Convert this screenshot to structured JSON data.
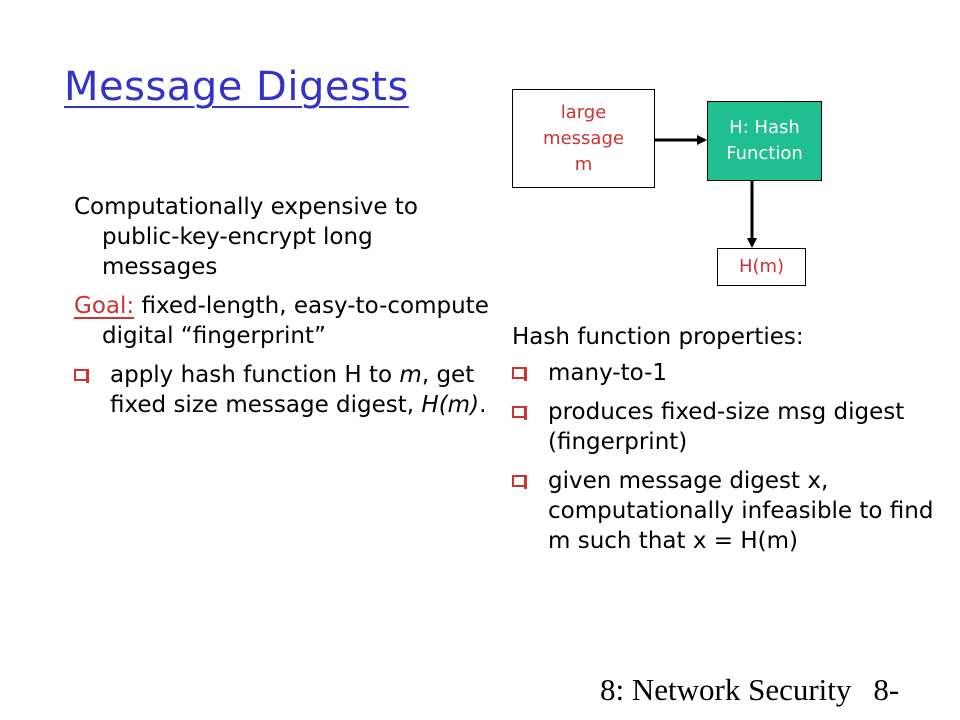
{
  "title": "Message Digests",
  "left": {
    "para1": "Computationally expensive to public-key-encrypt long messages",
    "goal_label": "Goal:",
    "goal_text": " fixed-length, easy-to-compute digital “fingerprint”",
    "bullet1_a": "apply hash function H to ",
    "bullet1_m": "m",
    "bullet1_b": ", get fixed size message digest, ",
    "bullet1_hm": "H(m)",
    "bullet1_end": "."
  },
  "diagram": {
    "msg_line1": "large",
    "msg_line2": "message",
    "msg_line3": "m",
    "hash_line1": "H: Hash",
    "hash_line2": "Function",
    "output": "H(m)"
  },
  "right": {
    "heading": "Hash function properties:",
    "items": [
      "many-to-1",
      "produces fixed-size msg digest (fingerprint)",
      "given message digest x, computationally infeasible to find m such that x = H(m)"
    ]
  },
  "footer": {
    "chapter": "8: Network Security",
    "page": "8-"
  },
  "colors": {
    "title": "#3333cc",
    "accent": "#cc3333",
    "hash_box": "#1fbf8f"
  }
}
